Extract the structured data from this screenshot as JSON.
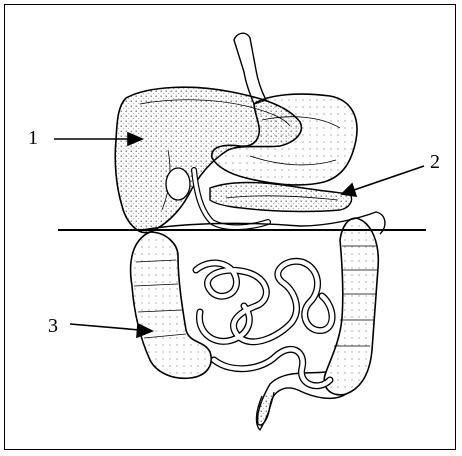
{
  "diagram": {
    "labels": [
      {
        "id": "1",
        "text": "1"
      },
      {
        "id": "2",
        "text": "2"
      },
      {
        "id": "3",
        "text": "3"
      }
    ],
    "colors": {
      "ink": "#000000",
      "background": "#ffffff",
      "shade": "#d8d8d8"
    }
  }
}
